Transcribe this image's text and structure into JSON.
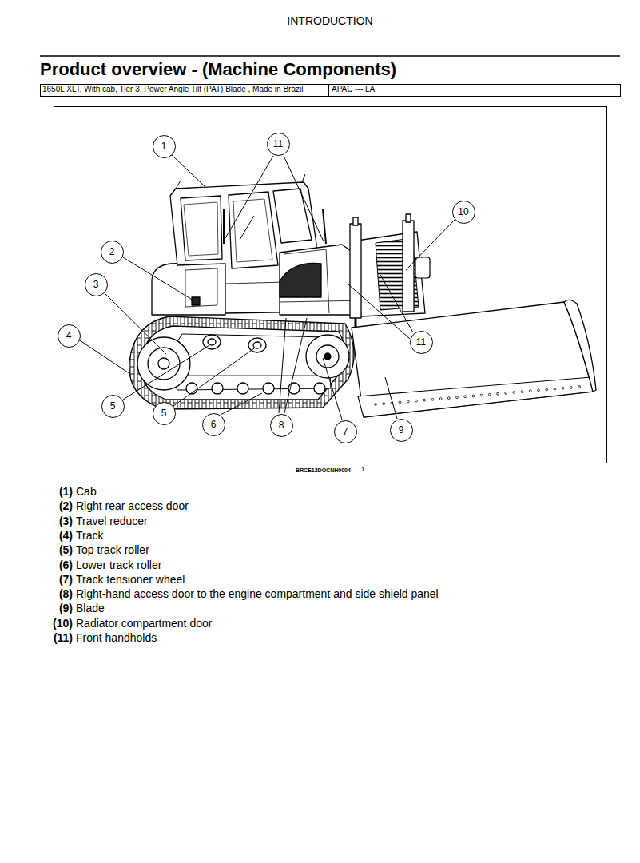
{
  "diagram": {
    "title": "Product overview - (Machine Components)",
    "nodes": [
      {
        "text": [
          "1"
        ]
      },
      {
        "text": [
          "11"
        ]
      },
      {
        "text": [
          "10"
        ]
      },
      {
        "text": [
          "2"
        ]
      },
      {
        "text": [
          "3"
        ]
      },
      {
        "text": [
          "4"
        ]
      },
      {
        "text": [
          "11"
        ]
      },
      {
        "text": [
          "5"
        ]
      },
      {
        "text": [
          "5"
        ]
      },
      {
        "text": [
          "6"
        ]
      },
      {
        "text": [
          "8"
        ]
      },
      {
        "text": [
          "7"
        ]
      },
      {
        "text": [
          "9"
        ]
      }
    ],
    "labels": [
      "INTRODUCTION",
      "1650L XLT, With cab, Tier 3, Power Angle Tilt (PAT) Blade , Made in Brazil",
      "APAC --- LA",
      "BRCE12DOCNH0004",
      "1",
      "(1)",
      "Cab",
      "(2)",
      "Right rear access door",
      "(3)",
      "Travel reducer",
      "(4)",
      "Track",
      "(5)",
      "Top track roller",
      "(6)",
      "Lower track roller",
      "(7)",
      "Track tensioner wheel",
      "(8)",
      "Right-hand access door to the engine compartment and side shield panel",
      "(9)",
      "Blade",
      "(10)",
      "Radiator compartment door",
      "(11)",
      "Front handholds"
    ]
  }
}
